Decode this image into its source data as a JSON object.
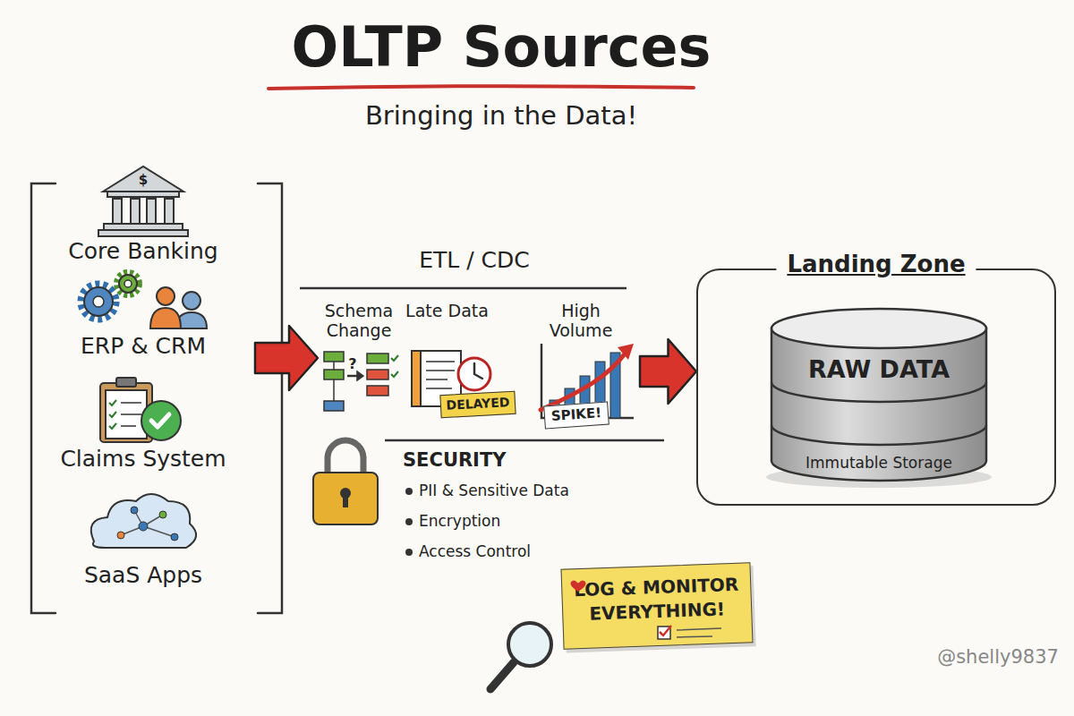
{
  "diagram": {
    "title": "OLTP Sources",
    "caption": "Bringing in the Data!",
    "nodes": [
      {
        "text": []
      },
      {
        "text": [
          "Core Banking"
        ],
        "in": 0
      },
      {
        "text": [
          "ERP & CRM"
        ],
        "in": 0
      },
      {
        "text": [
          "Claims System"
        ],
        "in": 0
      },
      {
        "text": [
          "SaaS Apps"
        ],
        "in": 0
      },
      {
        "text": [
          "ETL / CDC"
        ]
      },
      {
        "text": [
          "Schema Change"
        ],
        "in": 5
      },
      {
        "text": [
          "Late Data"
        ],
        "in": 5
      },
      {
        "text": [
          "High Volume"
        ],
        "in": 5
      },
      {
        "text": [
          "SECURITY",
          "PII & Sensitive Data",
          "Encryption",
          "Access Control"
        ],
        "in": 5
      },
      {
        "text": [
          "LOG & MONITOR EVERYTHING!"
        ]
      },
      {
        "text": [
          "Landing Zone"
        ]
      },
      {
        "text": [
          "RAW DATA",
          "Immutable Storage"
        ],
        "in": 11
      }
    ],
    "edges": [
      {
        "from": 0,
        "to": 5,
        "arrow": "to"
      },
      {
        "from": 5,
        "to": 11,
        "arrow": "to"
      }
    ],
    "labels": [
      "$",
      "?",
      "DELAYED",
      "SPIKE!",
      "@shelly9837"
    ]
  }
}
